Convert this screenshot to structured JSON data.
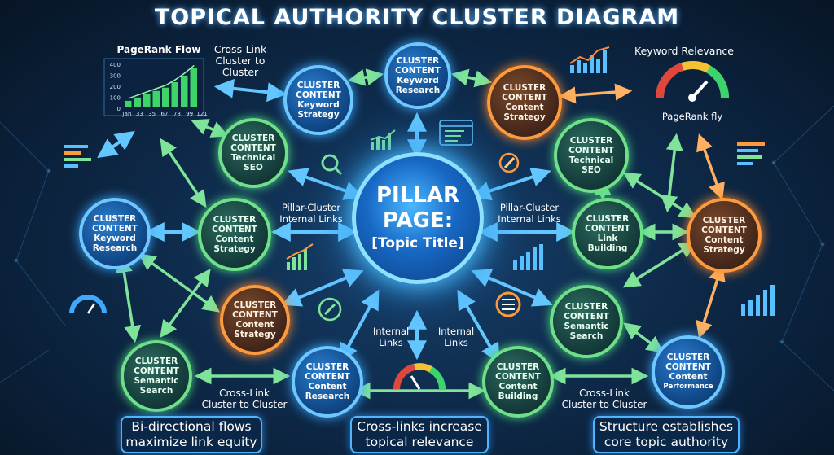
{
  "title": "TOPICAL AUTHORITY CLUSTER DIAGRAM",
  "pillar": {
    "line1": "PILLAR",
    "line2": "PAGE:",
    "line3": "[Topic Title]"
  },
  "colors": {
    "blue": "#6ec8ff",
    "green": "#6fe08a",
    "orange": "#ff9a3c",
    "background": "#0e2a4a"
  },
  "clusters": [
    {
      "line1": "CLUSTER",
      "line2": "CONTENT",
      "line3": "Keyword",
      "line4": "Research"
    },
    {
      "line1": "CLUSTER",
      "line2": "CONTENT",
      "line3": "Keyword",
      "line4": "Strategy"
    },
    {
      "line1": "CLUSTER",
      "line2": "CONTENT",
      "line3": "Content",
      "line4": "Strategy"
    },
    {
      "line1": "CLUSTER",
      "line2": "CONTENT",
      "line3": "Technical",
      "line4": "SEO"
    },
    {
      "line1": "CLUSTER",
      "line2": "CONTENT",
      "line3": "Technical",
      "line4": "SEO"
    },
    {
      "line1": "CLUSTER",
      "line2": "CONTENT",
      "line3": "Keyword",
      "line4": "Research"
    },
    {
      "line1": "CLUSTER",
      "line2": "CONTENT",
      "line3": "Content",
      "line4": "Strategy"
    },
    {
      "line1": "CLUSTER",
      "line2": "CONTENT",
      "line3": "Link",
      "line4": "Building"
    },
    {
      "line1": "CLUSTER",
      "line2": "CONTENT",
      "line3": "Content",
      "line4": "Strategy"
    },
    {
      "line1": "CLUSTER",
      "line2": "CONTENT",
      "line3": "Content",
      "line4": "Strategy"
    },
    {
      "line1": "CLUSTER",
      "line2": "CONTENT",
      "line3": "Semantic",
      "line4": "Search"
    },
    {
      "line1": "CLUSTER",
      "line2": "CONTENT",
      "line3": "Semantic",
      "line4": "Search"
    },
    {
      "line1": "CLUSTER",
      "line2": "CONTENT",
      "line3": "Content",
      "line4": "Research"
    },
    {
      "line1": "CLUSTER",
      "line2": "CONTENT",
      "line3": "Content",
      "line4": "Building"
    },
    {
      "line1": "CLUSTER",
      "line2": "CONTENT",
      "line3": "Content",
      "line4": "Performance"
    }
  ],
  "labels": {
    "pagerank_flow": "PageRank Flow",
    "cross_link_top_1": "Cross-Link",
    "cross_link_top_2": "Cluster to",
    "cross_link_top_3": "Cluster",
    "keyword_relevance": "Keyword Relevance",
    "pagerank_fly": "PageRank fly",
    "pillar_cluster_left_1": "Pillar-Cluster",
    "pillar_cluster_left_2": "Internal Links",
    "pillar_cluster_right_1": "Pillar-Cluster",
    "pillar_cluster_right_2": "Internal Links",
    "internal_left_1": "Internal",
    "internal_left_2": "Links",
    "internal_right_1": "Internal",
    "internal_right_2": "Links",
    "cross_bottom_left_1": "Cross-Link",
    "cross_bottom_left_2": "Cluster to Cluster",
    "cross_bottom_right_1": "Cross-Link",
    "cross_bottom_right_2": "Cluster to Cluster"
  },
  "pagerank_chart": {
    "y_ticks": [
      "400",
      "300",
      "200",
      "100",
      "0"
    ],
    "x_ticks": [
      "Jan",
      "33",
      "35",
      "67",
      "78",
      "99",
      "121"
    ],
    "values": [
      60,
      90,
      120,
      150,
      180,
      230,
      290,
      360
    ]
  },
  "bottom_boxes": [
    {
      "line1": "Bi-directional flows",
      "line2": "maximize link equity"
    },
    {
      "line1": "Cross-links increase",
      "line2": "topical relevance"
    },
    {
      "line1": "Structure establishes",
      "line2": "core topic authority"
    }
  ]
}
